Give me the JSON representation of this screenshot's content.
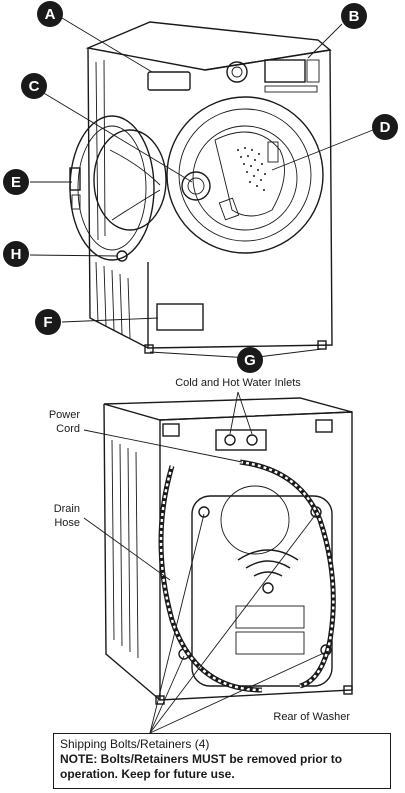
{
  "callouts": {
    "a": "A",
    "b": "B",
    "c": "C",
    "d": "D",
    "e": "E",
    "f": "F",
    "g": "G",
    "h": "H"
  },
  "labels": {
    "inlets": "Cold and Hot Water Inlets",
    "power_cord_1": "Power",
    "power_cord_2": "Cord",
    "drain_hose_1": "Drain",
    "drain_hose_2": "Hose",
    "rear": "Rear of Washer"
  },
  "note": {
    "title": "Shipping Bolts/Retainers (4)",
    "warning": "NOTE: Bolts/Retainers MUST be removed prior to operation. Keep for future use."
  },
  "colors": {
    "ink": "#1a1a1a",
    "badge": "#1a1a1a",
    "background": "#ffffff"
  }
}
